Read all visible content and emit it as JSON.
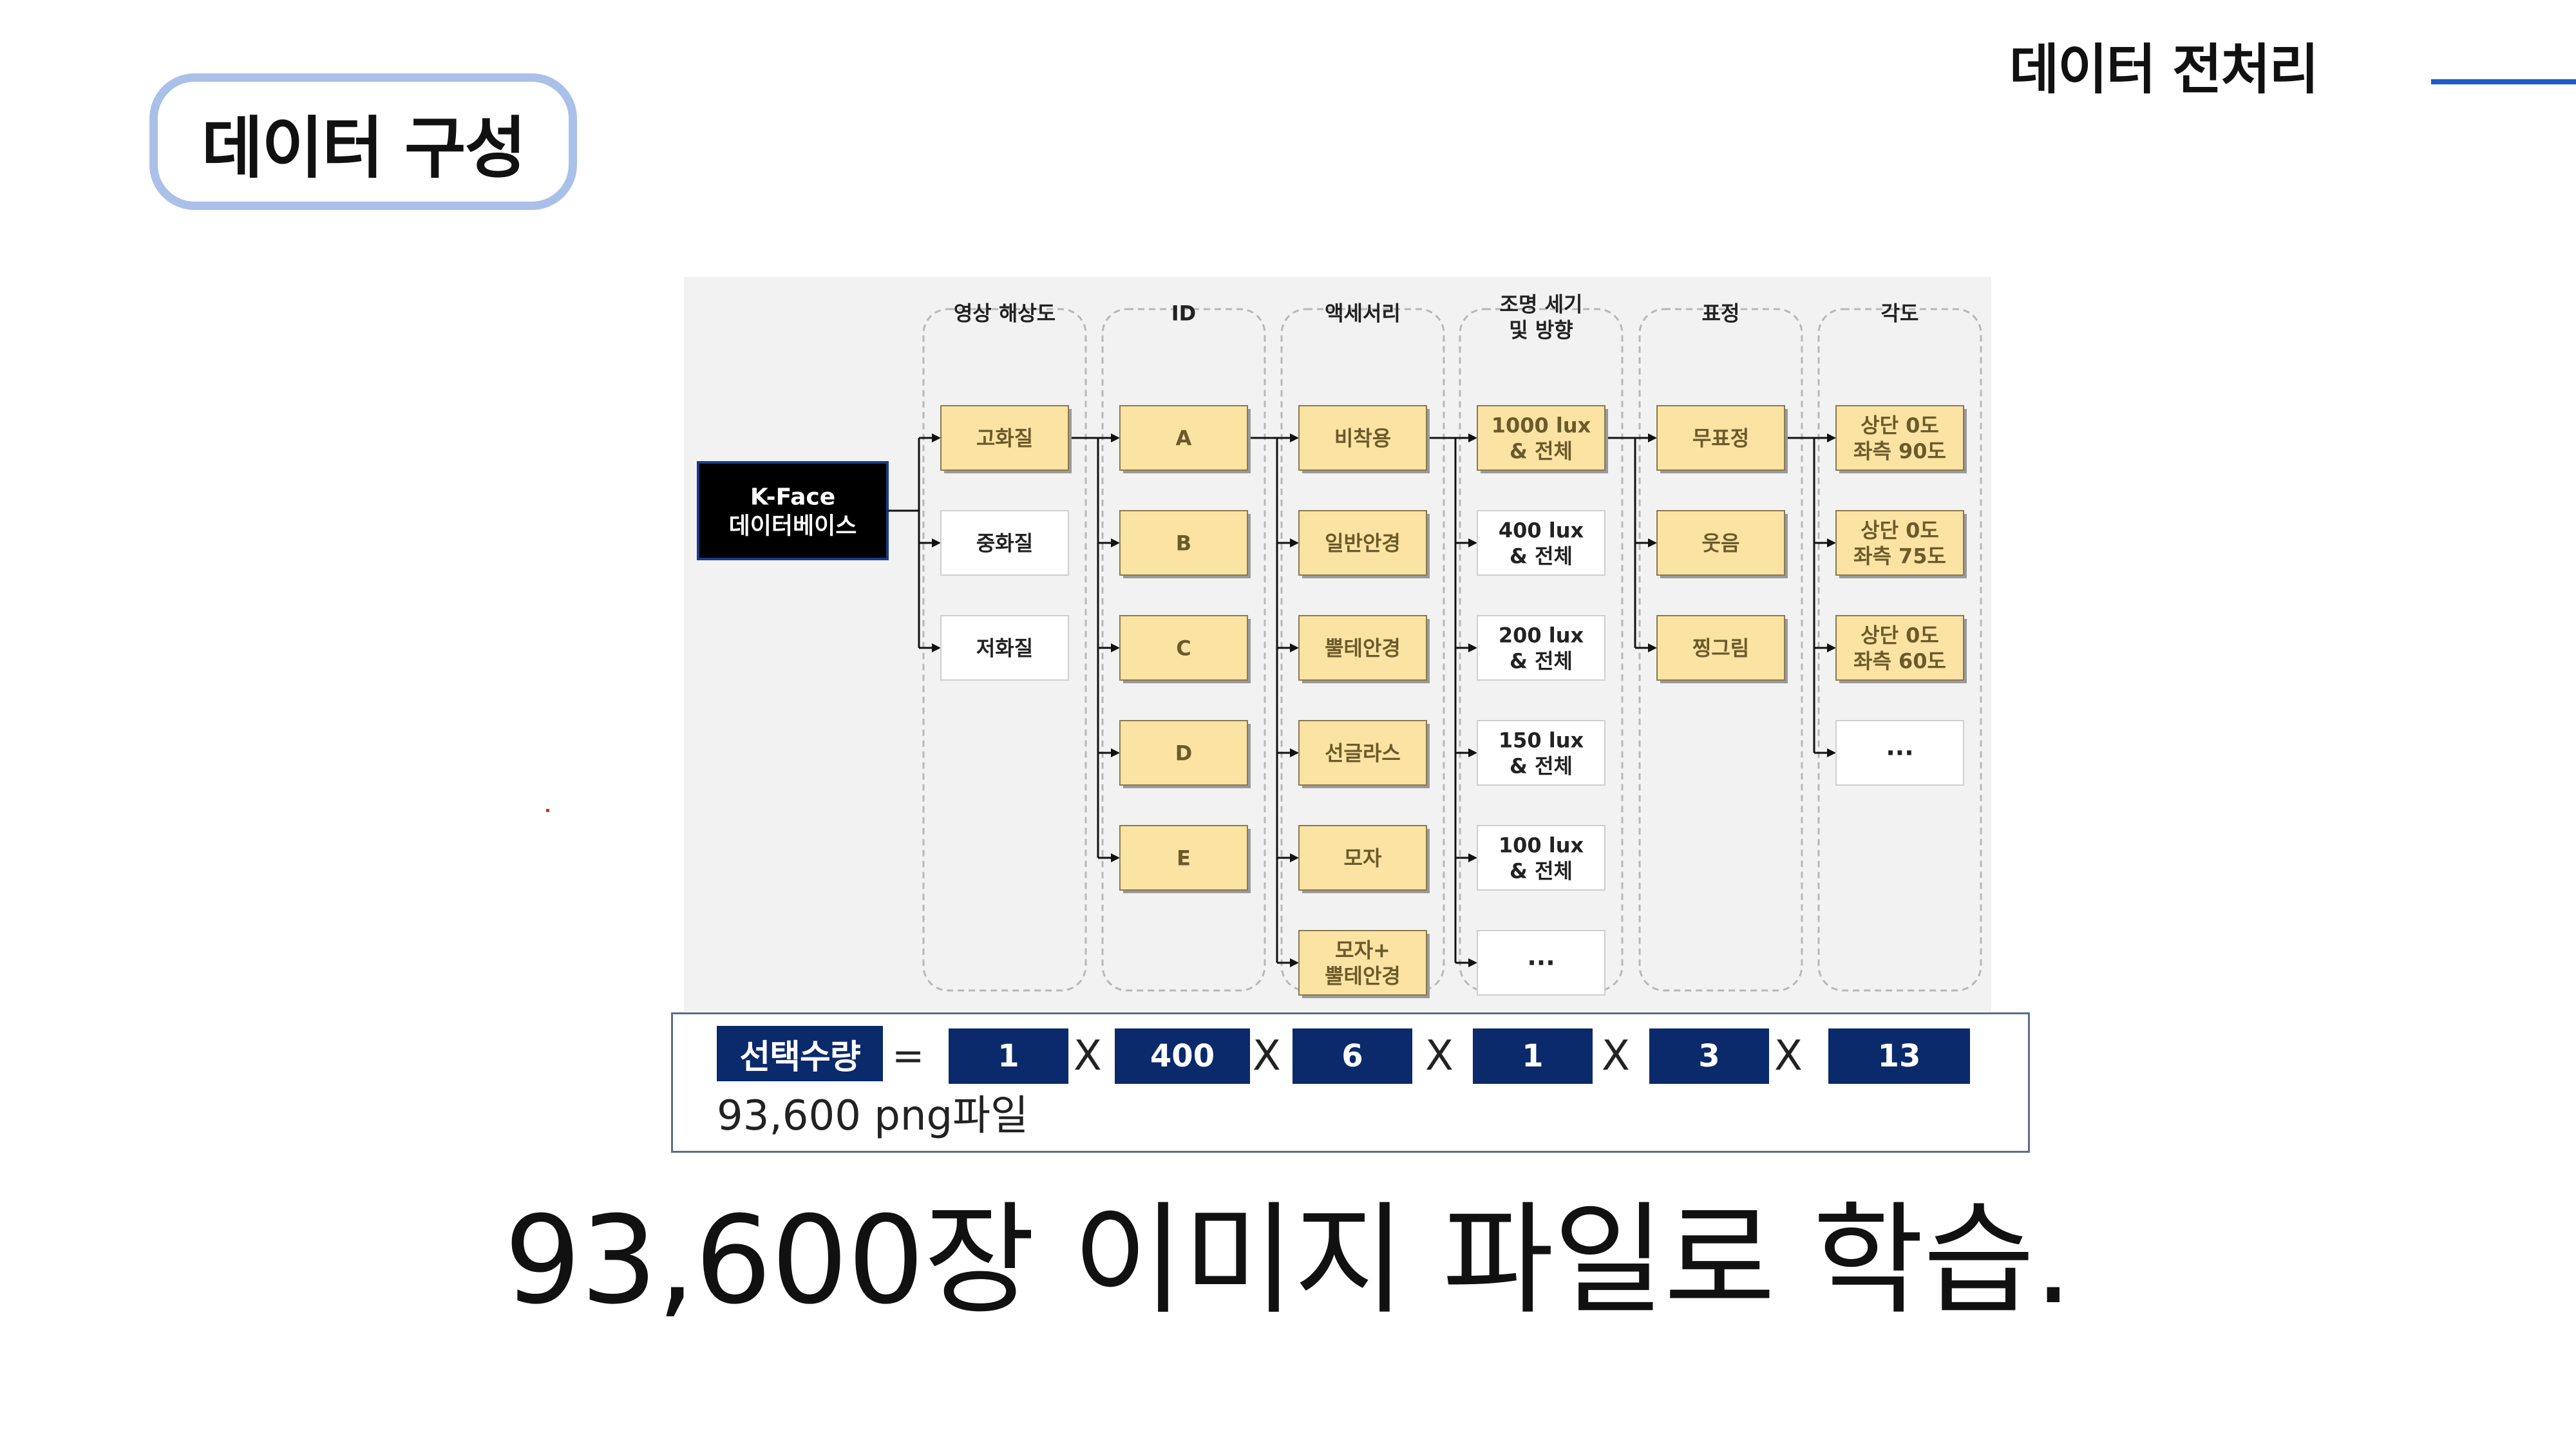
{
  "slide": {
    "section_label": "데이터 구성",
    "top_title": "데이터 전처리",
    "headline": "93,600장 이미지 파일로 학습."
  },
  "diagram": {
    "source": "K-Face\n데이터베이스",
    "columns": [
      {
        "header": "영상 해상도",
        "items": [
          "고화질",
          "중화질",
          "저화질"
        ],
        "highlighted": [
          true,
          false,
          false
        ]
      },
      {
        "header": "ID",
        "items": [
          "A",
          "B",
          "C",
          "D",
          "E"
        ],
        "highlighted": [
          true,
          true,
          true,
          true,
          true
        ]
      },
      {
        "header": "액세서리",
        "items": [
          "비착용",
          "일반안경",
          "뿔테안경",
          "선글라스",
          "모자",
          "모자+\n뿔테안경"
        ],
        "highlighted": [
          true,
          true,
          true,
          true,
          true,
          true
        ]
      },
      {
        "header": "조명 세기\n및 방향",
        "items": [
          "1000 lux\n& 전체",
          "400 lux\n& 전체",
          "200 lux\n& 전체",
          "150 lux\n& 전체",
          "100 lux\n& 전체",
          "..."
        ],
        "highlighted": [
          true,
          false,
          false,
          false,
          false,
          false
        ]
      },
      {
        "header": "표정",
        "items": [
          "무표정",
          "웃음",
          "찡그림"
        ],
        "highlighted": [
          true,
          true,
          true
        ]
      },
      {
        "header": "각도",
        "items": [
          "상단 0도\n좌측 90도",
          "상단 0도\n좌측 75도",
          "상단 0도\n좌측 60도",
          "..."
        ],
        "highlighted": [
          true,
          true,
          true,
          false
        ]
      }
    ]
  },
  "formula": {
    "label": "선택수량",
    "equals": "=",
    "times": "X",
    "factors": [
      "1",
      "400",
      "6",
      "1",
      "3",
      "13"
    ],
    "result": "93,600 png파일"
  },
  "colors": {
    "pill_border": "#a9c0e8",
    "accent_rule": "#1e5cc8",
    "navy": "#0b2a6b",
    "node_highlight": "#fbe3a3",
    "node_plain": "#ffffff",
    "panel_bg": "#f2f2f2"
  }
}
